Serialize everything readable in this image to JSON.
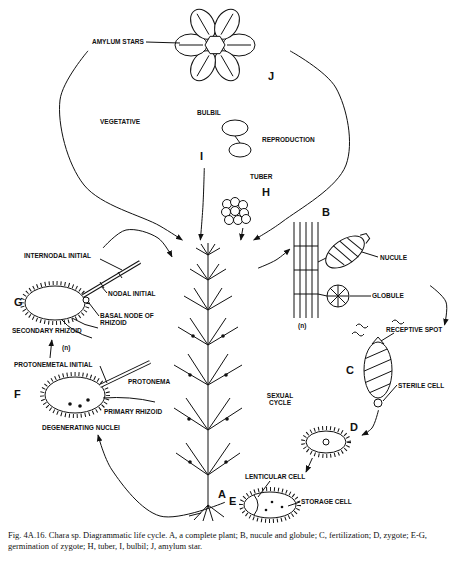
{
  "diagram": {
    "caption": "Fig. 4A.16. Chara sp. Diagrammatic life cycle. A, a complete plant; B, nucule and globule; C, fertilization; D, zygote; E-G, germination of zygote; H, tuber, I, bulbil; J, amylum star.",
    "nodes": [
      {
        "text": [
          "AMYLUM STARS",
          "J"
        ]
      },
      {
        "text": [
          "BULBIL",
          "I"
        ]
      },
      {
        "text": [
          "TUBER",
          "H"
        ]
      },
      {
        "text": [
          "B",
          "NUCULE",
          "GLOBULE"
        ]
      },
      {
        "text": [
          "A"
        ]
      },
      {
        "text": [
          "INTERNODAL INITIAL",
          "NODAL INITIAL",
          "G",
          "SECONDARY RHIZOID",
          "BASAL NODE OF RHIZOID"
        ]
      },
      {
        "text": [
          "RECEPTIVE SPOT",
          "C",
          "STERILE CELL"
        ]
      },
      {
        "text": [
          "PROTONEMETAL INITIAL",
          "F",
          "PRIMARY RHIZOID",
          "DEGENERATING NUCLEI"
        ]
      },
      {
        "text": [
          "D"
        ]
      },
      {
        "text": [
          "LENTICULAR CELL",
          "E",
          "STORAGE CELL"
        ]
      }
    ],
    "edges": [
      {
        "from": 4,
        "to": 3,
        "arrow": "to"
      },
      {
        "from": 3,
        "to": 6,
        "arrow": "to"
      },
      {
        "from": 6,
        "to": 8,
        "arrow": "to"
      },
      {
        "from": 8,
        "to": 9,
        "arrow": "to"
      },
      {
        "from": 9,
        "to": 7,
        "arrow": "to"
      },
      {
        "from": 7,
        "to": 5,
        "arrow": "to"
      },
      {
        "from": 5,
        "to": 4,
        "arrow": "to"
      },
      {
        "from": 0,
        "to": 4,
        "arrow": "to"
      },
      {
        "from": 0,
        "to": 4,
        "arrow": "to"
      },
      {
        "from": 1,
        "to": 4,
        "arrow": "to"
      },
      {
        "from": 2,
        "to": 4,
        "arrow": "to"
      }
    ],
    "labels": [
      "VEGETATIVE",
      "REPRODUCTION",
      "(n)",
      "(n)",
      "PROTONEMA",
      "SEXUAL CYCLE"
    ]
  }
}
